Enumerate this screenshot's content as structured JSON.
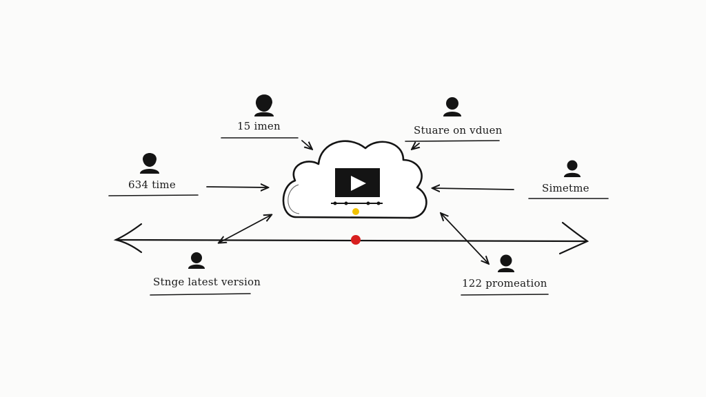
{
  "diagram": {
    "nodes": [
      {
        "id": "n1",
        "label": "15 imen"
      },
      {
        "id": "n2",
        "label": "Stuare on vduen"
      },
      {
        "id": "n3",
        "label": "634 time"
      },
      {
        "id": "n4",
        "label": "Simetme"
      },
      {
        "id": "n5",
        "label": "Stnge latest version"
      },
      {
        "id": "n6",
        "label": "122 promeation"
      }
    ],
    "center": {
      "icon": "cloud-icon",
      "inner_icon": "video-player-icon"
    },
    "colors": {
      "ink": "#141414",
      "timeline_dot": "#d81f1f",
      "player_dot": "#f2c200",
      "background": "#fbfbfa"
    }
  }
}
